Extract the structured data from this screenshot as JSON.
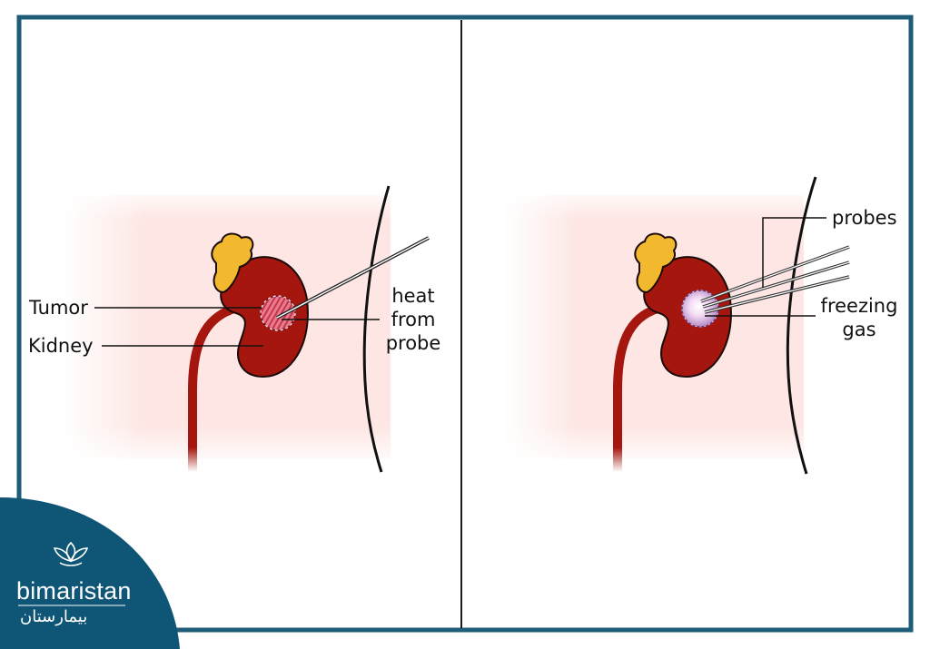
{
  "left_panel": {
    "labels": {
      "tumor": "Tumor",
      "kidney": "Kidney",
      "heat_line1": "heat",
      "heat_line2": "from",
      "heat_line3": "probe"
    }
  },
  "right_panel": {
    "labels": {
      "probes": "probes",
      "freezing_line1": "freezing",
      "freezing_line2": "gas"
    }
  },
  "brand": {
    "name": "bimaristan",
    "arabic": "بيمارستان"
  },
  "colors": {
    "frame": "#1f5c78",
    "kidney": "#a4160e",
    "adrenal": "#f2b82e",
    "tumor": "#d9536a",
    "ice": "#e6c7ea",
    "skin_shade": "#fde6e3",
    "brand_bg": "#0f5676"
  }
}
